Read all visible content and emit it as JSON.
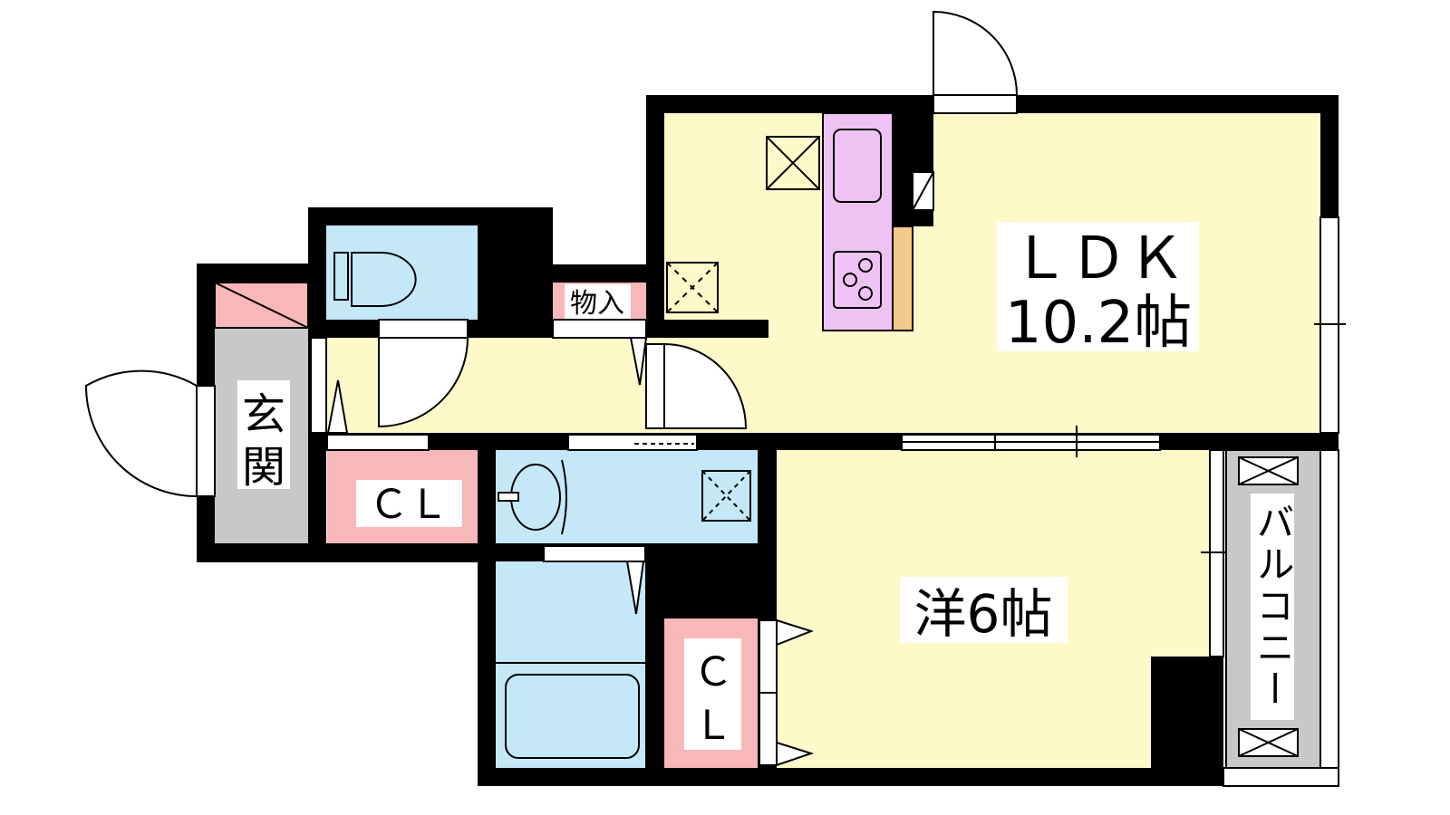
{
  "rooms": {
    "ldk": {
      "name": "ＬＤＫ",
      "size": "10.2帖"
    },
    "western": {
      "label": "洋6帖"
    },
    "entrance": {
      "label": "玄関"
    },
    "storage": {
      "label": "物入"
    },
    "closet1": {
      "label": "ＣＬ"
    },
    "closet2": {
      "label_top": "Ｃ",
      "label_bottom": "Ｌ"
    },
    "balcony": {
      "label": "バルコニー"
    }
  },
  "colors": {
    "wall": "#000000",
    "living": "#fef9c9",
    "wet": "#c4e8f8",
    "closet": "#f8b7b8",
    "kitchen": "#eec3f3",
    "entrance": "#c8c8c8",
    "counter": "#f2c98e"
  }
}
